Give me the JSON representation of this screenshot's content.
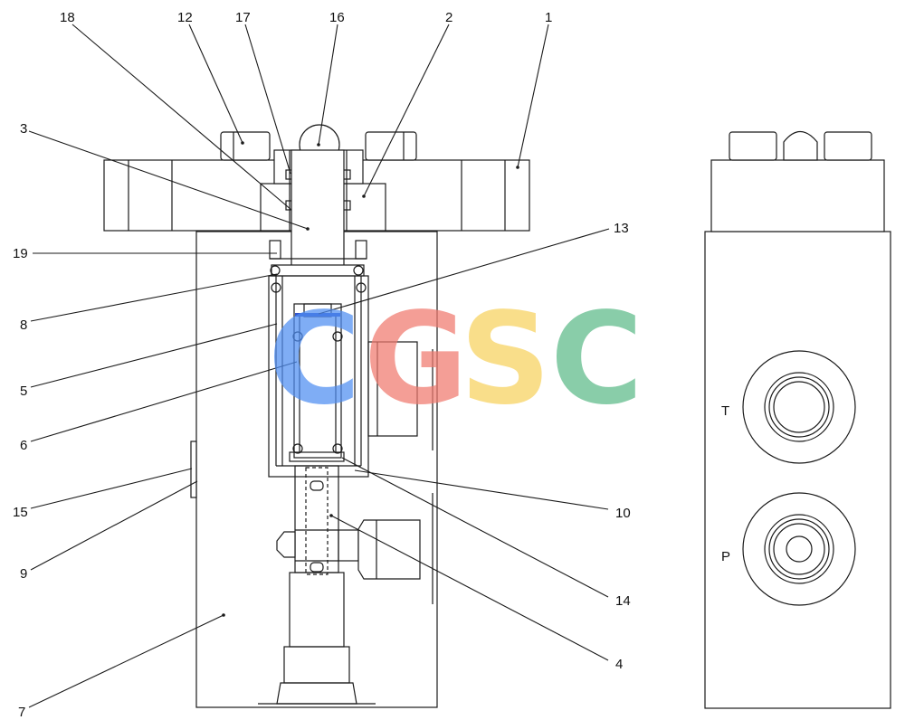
{
  "callouts": [
    {
      "text": "18"
    },
    {
      "text": "12"
    },
    {
      "text": "17"
    },
    {
      "text": "16"
    },
    {
      "text": "2"
    },
    {
      "text": "1"
    },
    {
      "text": "3"
    },
    {
      "text": "13"
    },
    {
      "text": "19"
    },
    {
      "text": "8"
    },
    {
      "text": "5"
    },
    {
      "text": "6"
    },
    {
      "text": "15"
    },
    {
      "text": "9"
    },
    {
      "text": "10"
    },
    {
      "text": "14"
    },
    {
      "text": "4"
    },
    {
      "text": "7"
    }
  ],
  "ports": {
    "t": "T",
    "p": "P"
  },
  "watermark": {
    "letters": [
      {
        "text": "C",
        "color": "#4f8ef2"
      },
      {
        "text": "G",
        "color": "#f07a6e"
      },
      {
        "text": "S",
        "color": "#f8d25e"
      },
      {
        "text": "C",
        "color": "#5dba88"
      }
    ]
  }
}
